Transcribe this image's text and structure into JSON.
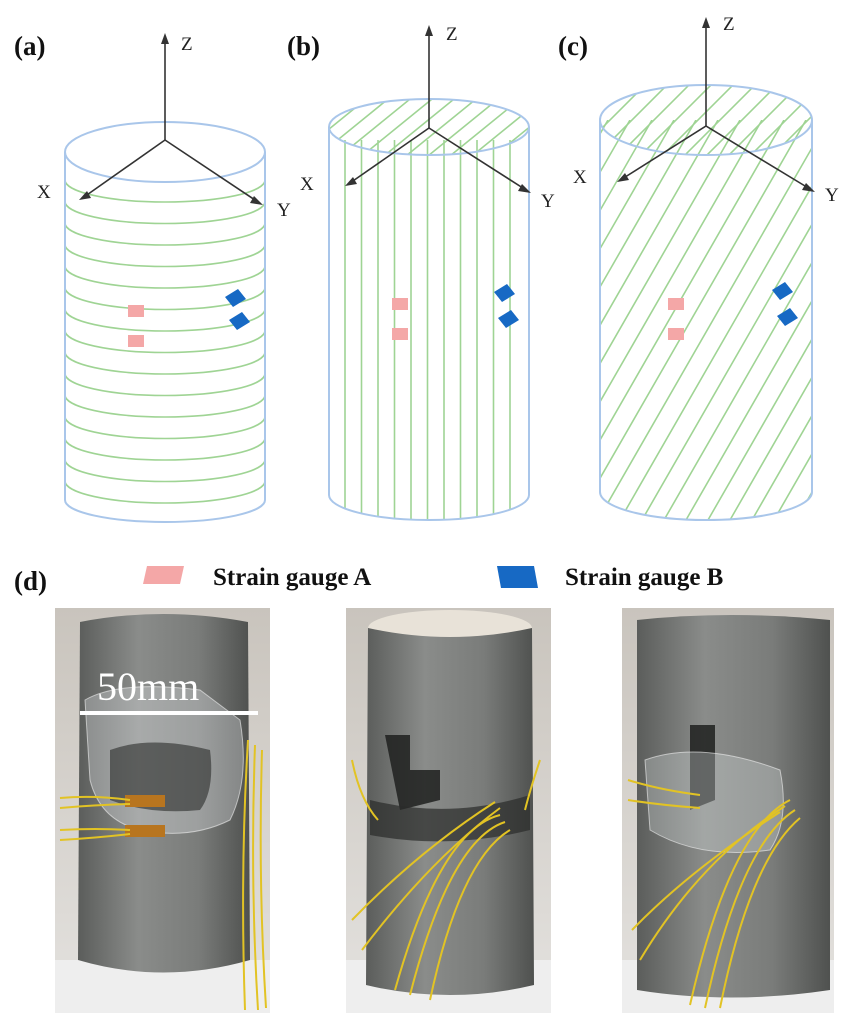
{
  "panels": {
    "a": {
      "label": "(a)",
      "stripe": "horizontal"
    },
    "b": {
      "label": "(b)",
      "stripe": "vertical"
    },
    "c": {
      "label": "(c)",
      "stripe": "diagonal"
    },
    "d": {
      "label": "(d)"
    }
  },
  "axes": {
    "x": "X",
    "y": "Y",
    "z": "Z"
  },
  "legend": {
    "gauge_a": {
      "label": "Strain gauge A",
      "color": "#f4a7a7"
    },
    "gauge_b": {
      "label": "Strain gauge B",
      "color": "#1769c4"
    }
  },
  "scale_bar": {
    "label": "50mm"
  },
  "colors": {
    "outline": "#a9c6ea",
    "stripe": "#9fd494",
    "axis": "#333333",
    "concrete": "#7c7e7c",
    "wire": "#e2c324"
  }
}
